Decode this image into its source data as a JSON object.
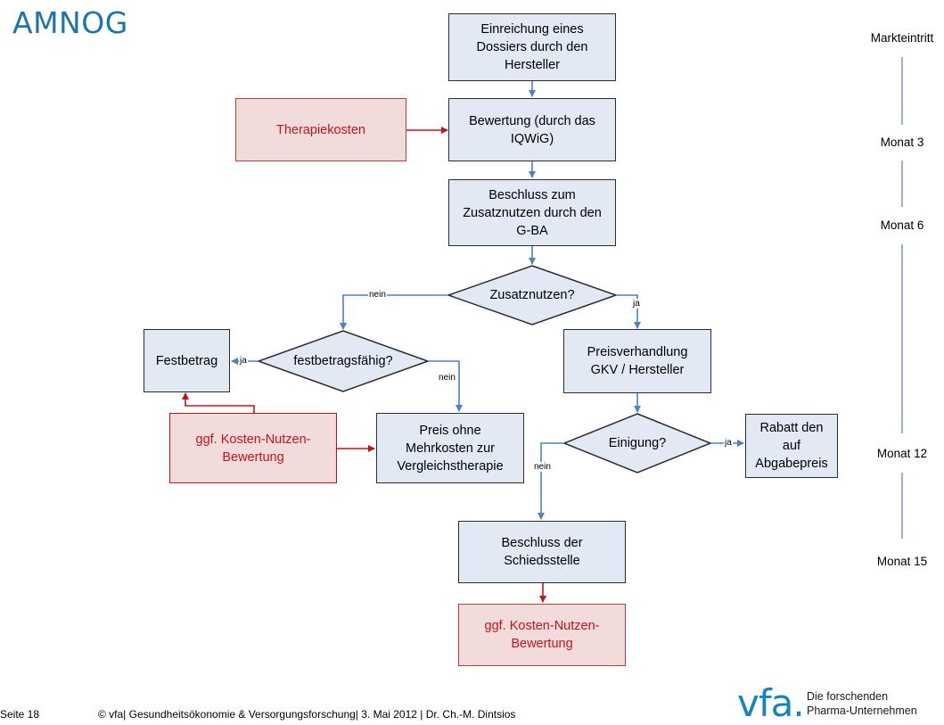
{
  "page": {
    "title": "AMNOG"
  },
  "boxes": {
    "dossier": "Einreichung eines\nDossiers durch den\nHersteller",
    "bewertung": "Bewertung (durch das\nIQWiG)",
    "therapiekosten": "Therapiekosten",
    "beschluss": "Beschluss zum\nZusatznutzen durch den\nG-BA",
    "festbetrag": "Festbetrag",
    "preis_ohne": "Preis ohne\nMehrkosten zur\nVergleichstherapie",
    "kosten_nutzen_left": "ggf. Kosten-Nutzen-\nBewertung",
    "preisverhandlung": "Preisverhandlung\nGKV / Hersteller",
    "rabatt": "Rabatt den\nauf\nAbgabepreis",
    "schiedsstelle": "Beschluss der\nSchiedsstelle",
    "kosten_nutzen_bottom": "ggf. Kosten-Nutzen-\nBewertung"
  },
  "decisions": {
    "zusatznutzen": "Zusatznutzen?",
    "festbetragsfaehig": "festbetragsfähig?",
    "einigung": "Einigung?"
  },
  "edge_labels": {
    "zusatz_nein": "nein",
    "zusatz_ja": "ja",
    "festbetrag_ja": "ja",
    "festbetrag_nein": "nein",
    "einigung_ja": "ja",
    "einigung_nein": "nein"
  },
  "timeline": {
    "markteintritt": "Markteintritt",
    "monat3": "Monat 3",
    "monat6": "Monat 6",
    "monat12": "Monat 12",
    "monat15": "Monat 15"
  },
  "footer": {
    "page": "Seite  18",
    "copyright": "© vfa| Gesundheitsökonomie & Versorgungsforschung| 3. Mai 2012 |  Dr. Ch.-M. Dintsios"
  },
  "logo": {
    "mark": "vfa.",
    "line1": "Die forschenden",
    "line2": "Pharma-Unternehmen"
  },
  "colors": {
    "box_fill": "#e3e9f4",
    "red_box_fill": "#f2dcdb",
    "red_text": "#c0141b",
    "arrow_blue": "#4f81bd",
    "arrow_red": "#c0141b",
    "title_blue": "#1f74a8"
  }
}
